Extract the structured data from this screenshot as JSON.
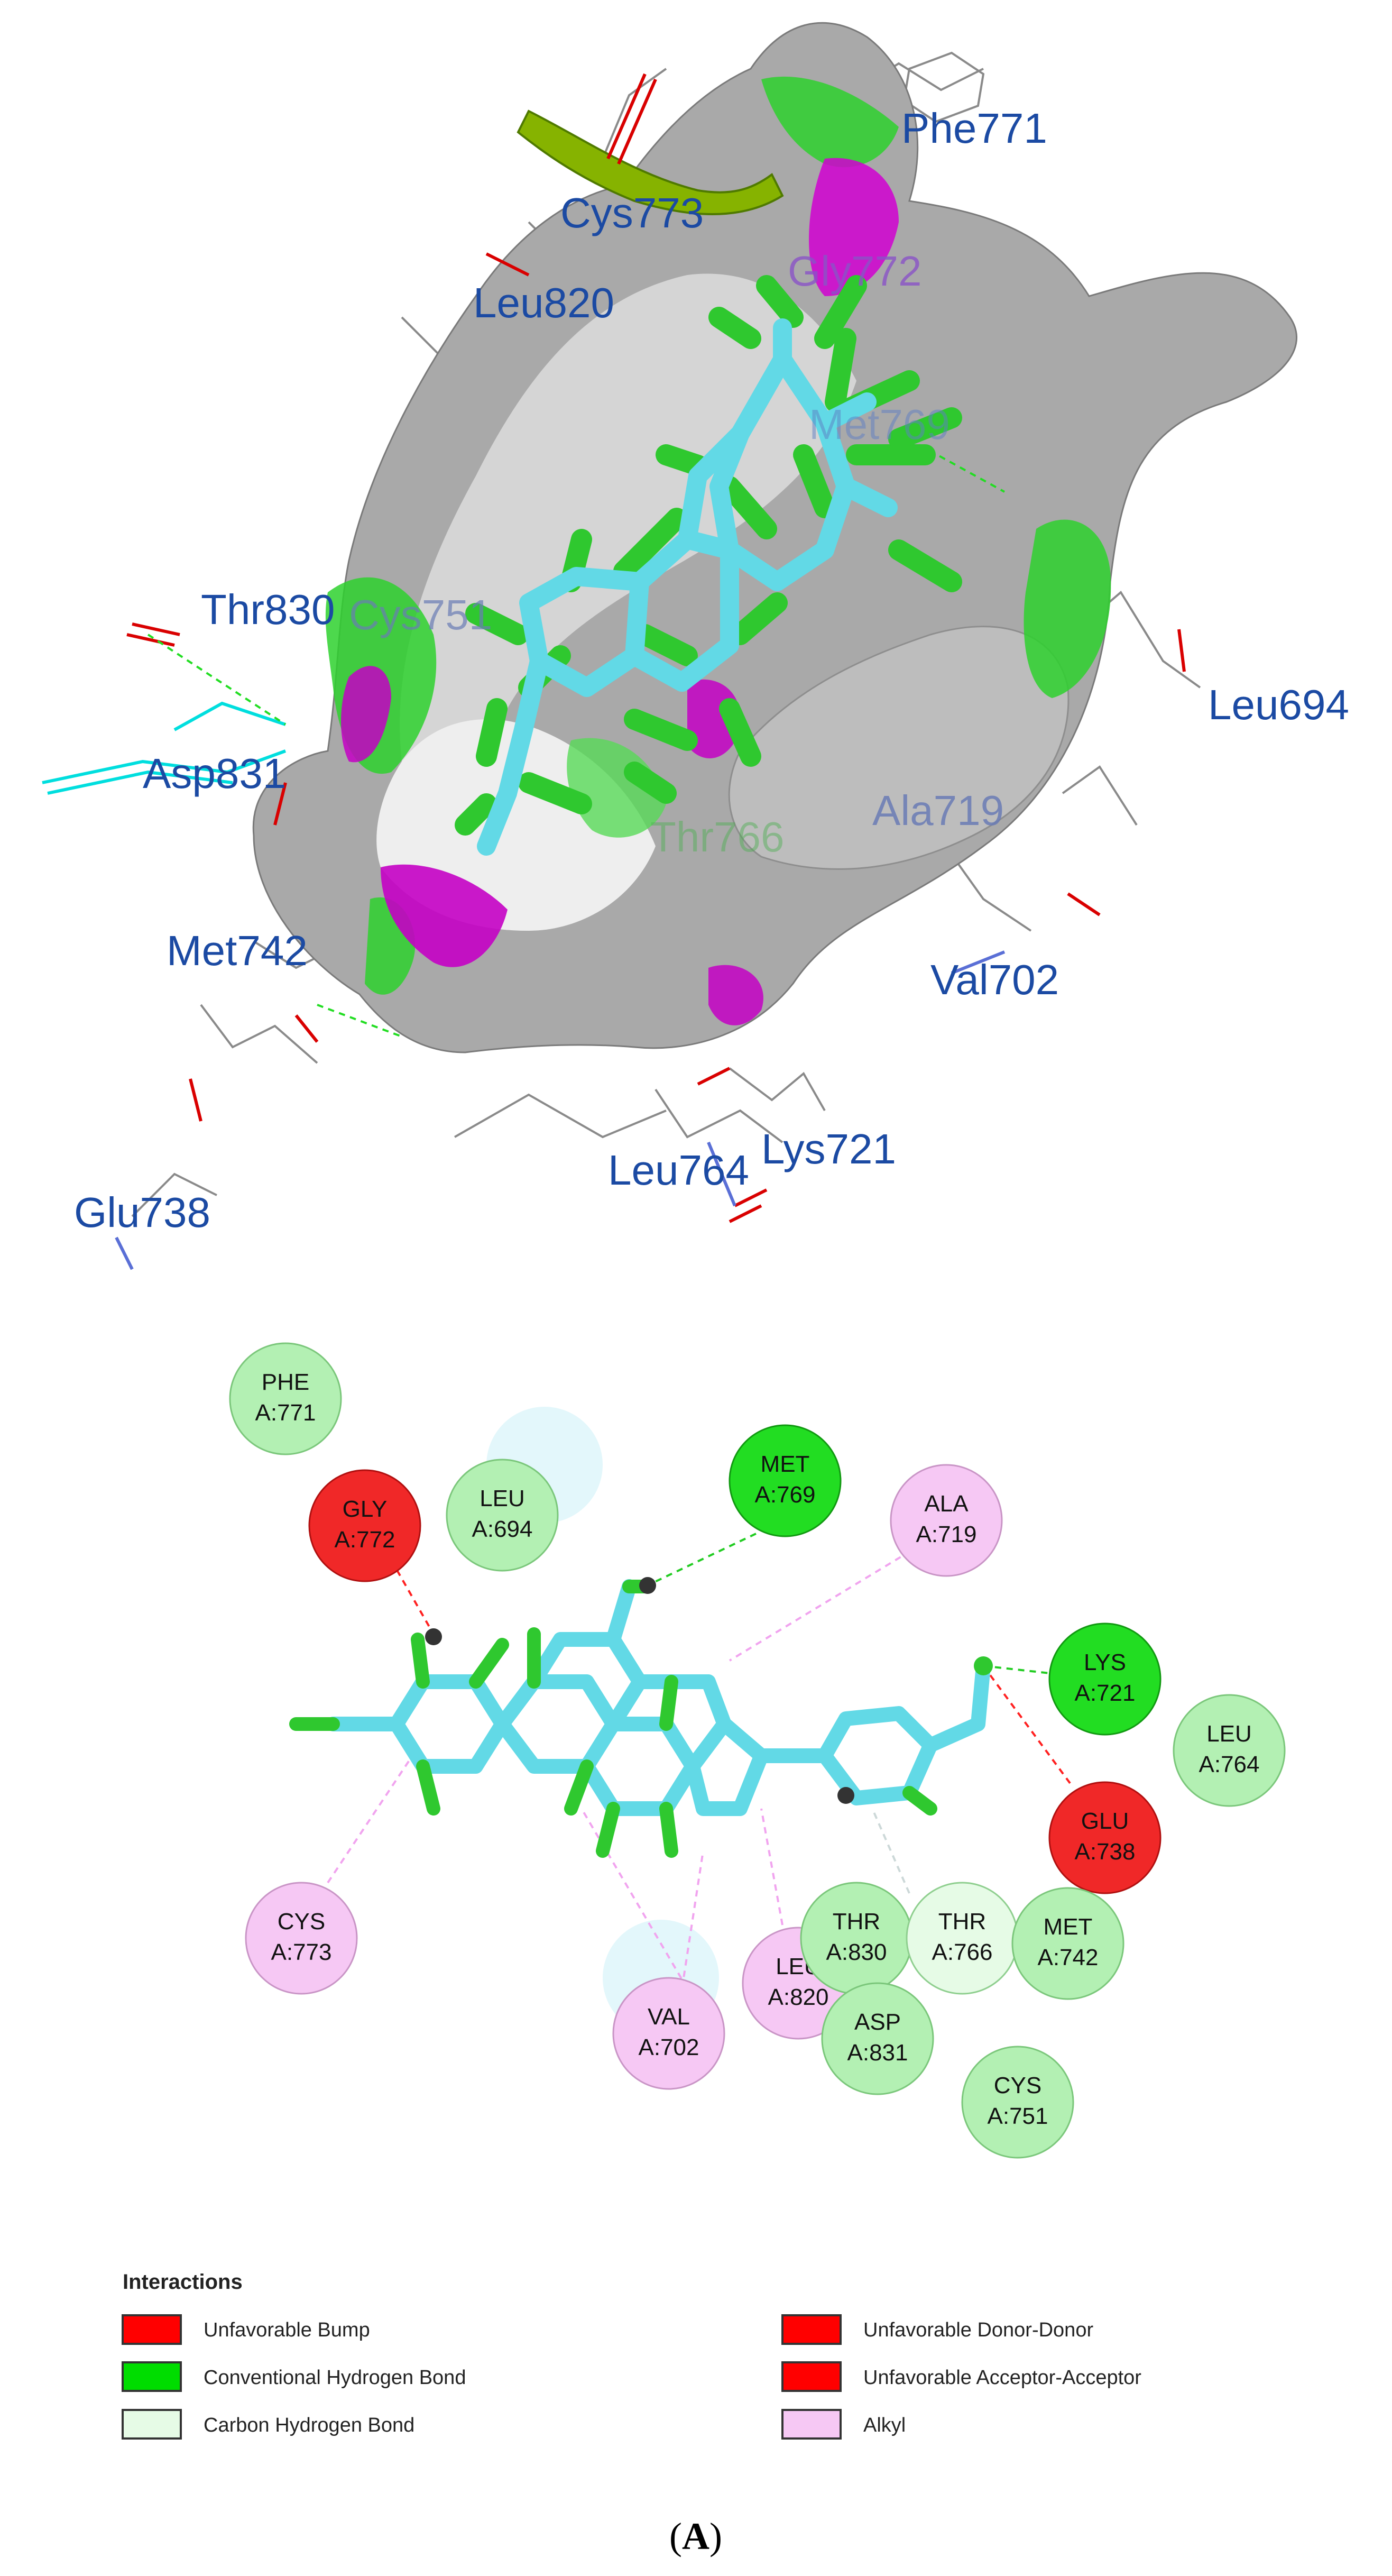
{
  "protein_3d": {
    "residue_labels": [
      "Phe771",
      "Cys773",
      "Gly772",
      "Leu820",
      "Thr830",
      "Cys751",
      "Leu694",
      "Asp831",
      "Ala719",
      "Met742",
      "Val702",
      "Glu738",
      "Leu764",
      "Lys721",
      "Met769",
      "Thr766"
    ]
  },
  "interaction_2d": {
    "residues": [
      {
        "name": "PHE",
        "id": "A:771",
        "type": "van_der_waals"
      },
      {
        "name": "GLY",
        "id": "A:772",
        "type": "unfavorable"
      },
      {
        "name": "LEU",
        "id": "A:694",
        "type": "van_der_waals"
      },
      {
        "name": "MET",
        "id": "A:769",
        "type": "conventional_h_bond"
      },
      {
        "name": "ALA",
        "id": "A:719",
        "type": "alkyl"
      },
      {
        "name": "LYS",
        "id": "A:721",
        "type": "conventional_h_bond"
      },
      {
        "name": "LEU",
        "id": "A:764",
        "type": "van_der_waals"
      },
      {
        "name": "GLU",
        "id": "A:738",
        "type": "unfavorable"
      },
      {
        "name": "CYS",
        "id": "A:773",
        "type": "alkyl"
      },
      {
        "name": "THR",
        "id": "A:830",
        "type": "van_der_waals"
      },
      {
        "name": "THR",
        "id": "A:766",
        "type": "carbon_h_bond"
      },
      {
        "name": "MET",
        "id": "A:742",
        "type": "van_der_waals"
      },
      {
        "name": "LEU",
        "id": "A:820",
        "type": "alkyl"
      },
      {
        "name": "VAL",
        "id": "A:702",
        "type": "alkyl"
      },
      {
        "name": "ASP",
        "id": "A:831",
        "type": "van_der_waals"
      },
      {
        "name": "CYS",
        "id": "A:751",
        "type": "van_der_waals"
      }
    ]
  },
  "legend": {
    "title": "Interactions",
    "items": [
      {
        "label": "Unfavorable Bump",
        "color": "#ff0000"
      },
      {
        "label": "Conventional Hydrogen Bond",
        "color": "#00dd00"
      },
      {
        "label": "Carbon Hydrogen Bond",
        "color": "#e6fbe6"
      },
      {
        "label": "Unfavorable Donor-Donor",
        "color": "#ff0000"
      },
      {
        "label": "Unfavorable Acceptor-Acceptor",
        "color": "#ff0000"
      },
      {
        "label": "Alkyl",
        "color": "#f6c8f4"
      }
    ]
  },
  "panel": {
    "open": "(",
    "letter": "A",
    "close": ")"
  },
  "colors": {
    "ligand": "#62d9e6",
    "ligand_tip": "#33cc33",
    "hbond": "#00dd00",
    "unfavorable": "#ff0000",
    "vdw": "#b3f0b3",
    "alkyl": "#f6c8f4",
    "carbon_h": "#e6fbe6",
    "label_blue": "#1b4aa3"
  }
}
